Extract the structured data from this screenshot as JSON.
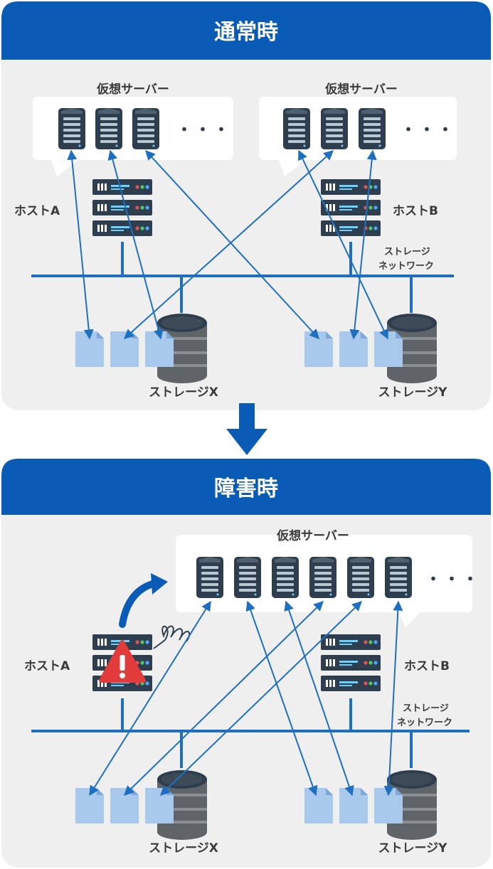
{
  "normal": {
    "title": "通常時",
    "vserver_label_left": "仮想サーバー",
    "vserver_label_right": "仮想サーバー",
    "ellipsis": "・・・",
    "host_a": "ホストA",
    "host_b": "ホストB",
    "network_line1": "ストレージ",
    "network_line2": "ネットワーク",
    "storage_x": "ストレージX",
    "storage_y": "ストレージY"
  },
  "failure": {
    "title": "障害時",
    "vserver_label": "仮想サーバー",
    "ellipsis": "・・・",
    "host_a": "ホストA",
    "host_b": "ホストB",
    "network_line1": "ストレージ",
    "network_line2": "ネットワーク",
    "storage_x": "ストレージX",
    "storage_y": "ストレージY"
  },
  "colors": {
    "header": "#0a5bb5",
    "panel_bg": "#efefef",
    "line": "#1e6fc0",
    "server": "#2f3e4e",
    "file": "#a9c9ec",
    "disk": "#5f6469",
    "warning": "#e23b3b"
  },
  "icons": [
    "server-icon",
    "host-icon",
    "storage-disk-icon",
    "file-icon",
    "warning-icon",
    "down-arrow-icon",
    "migration-arrow-icon"
  ]
}
